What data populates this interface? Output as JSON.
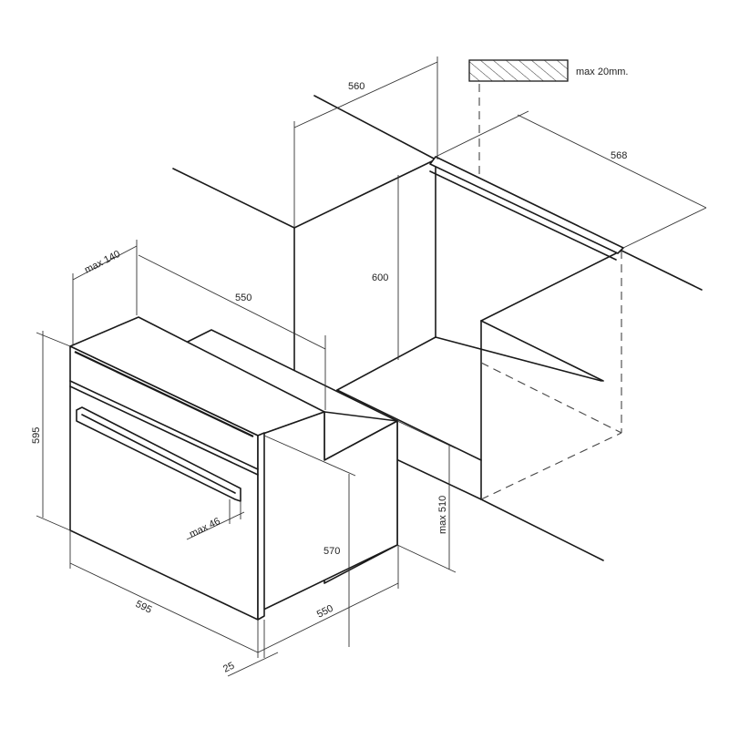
{
  "dimensions": {
    "cabinet_width": "560",
    "shelf_thickness": "max 20mm.",
    "cabinet_depth": "568",
    "cabinet_height": "600",
    "rear_clearance": "max 140",
    "oven_depth_top": "550",
    "oven_front_height": "595",
    "side_max_depth": "max 510",
    "handle_protrusion": "max 46",
    "body_height": "570",
    "body_depth": "550",
    "oven_width": "595",
    "front_panel_thickness": "25"
  },
  "colors": {
    "line": "#1a1a1a",
    "background": "#ffffff"
  }
}
